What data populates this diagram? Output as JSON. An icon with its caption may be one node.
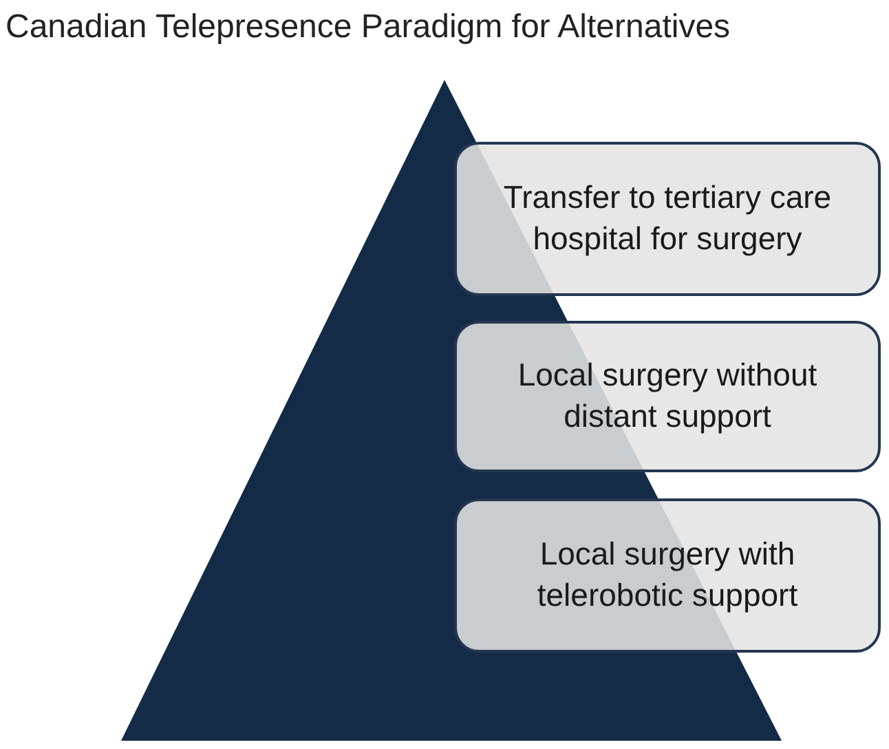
{
  "diagram": {
    "title": "Canadian Telepresence Paradigm for Alternatives",
    "nodes": [
      {
        "text": [
          "Transfer to tertiary care hospital for surgery"
        ]
      },
      {
        "text": [
          "Local surgery without distant support"
        ]
      },
      {
        "text": [
          "Local surgery with telerobotic support"
        ]
      }
    ]
  }
}
